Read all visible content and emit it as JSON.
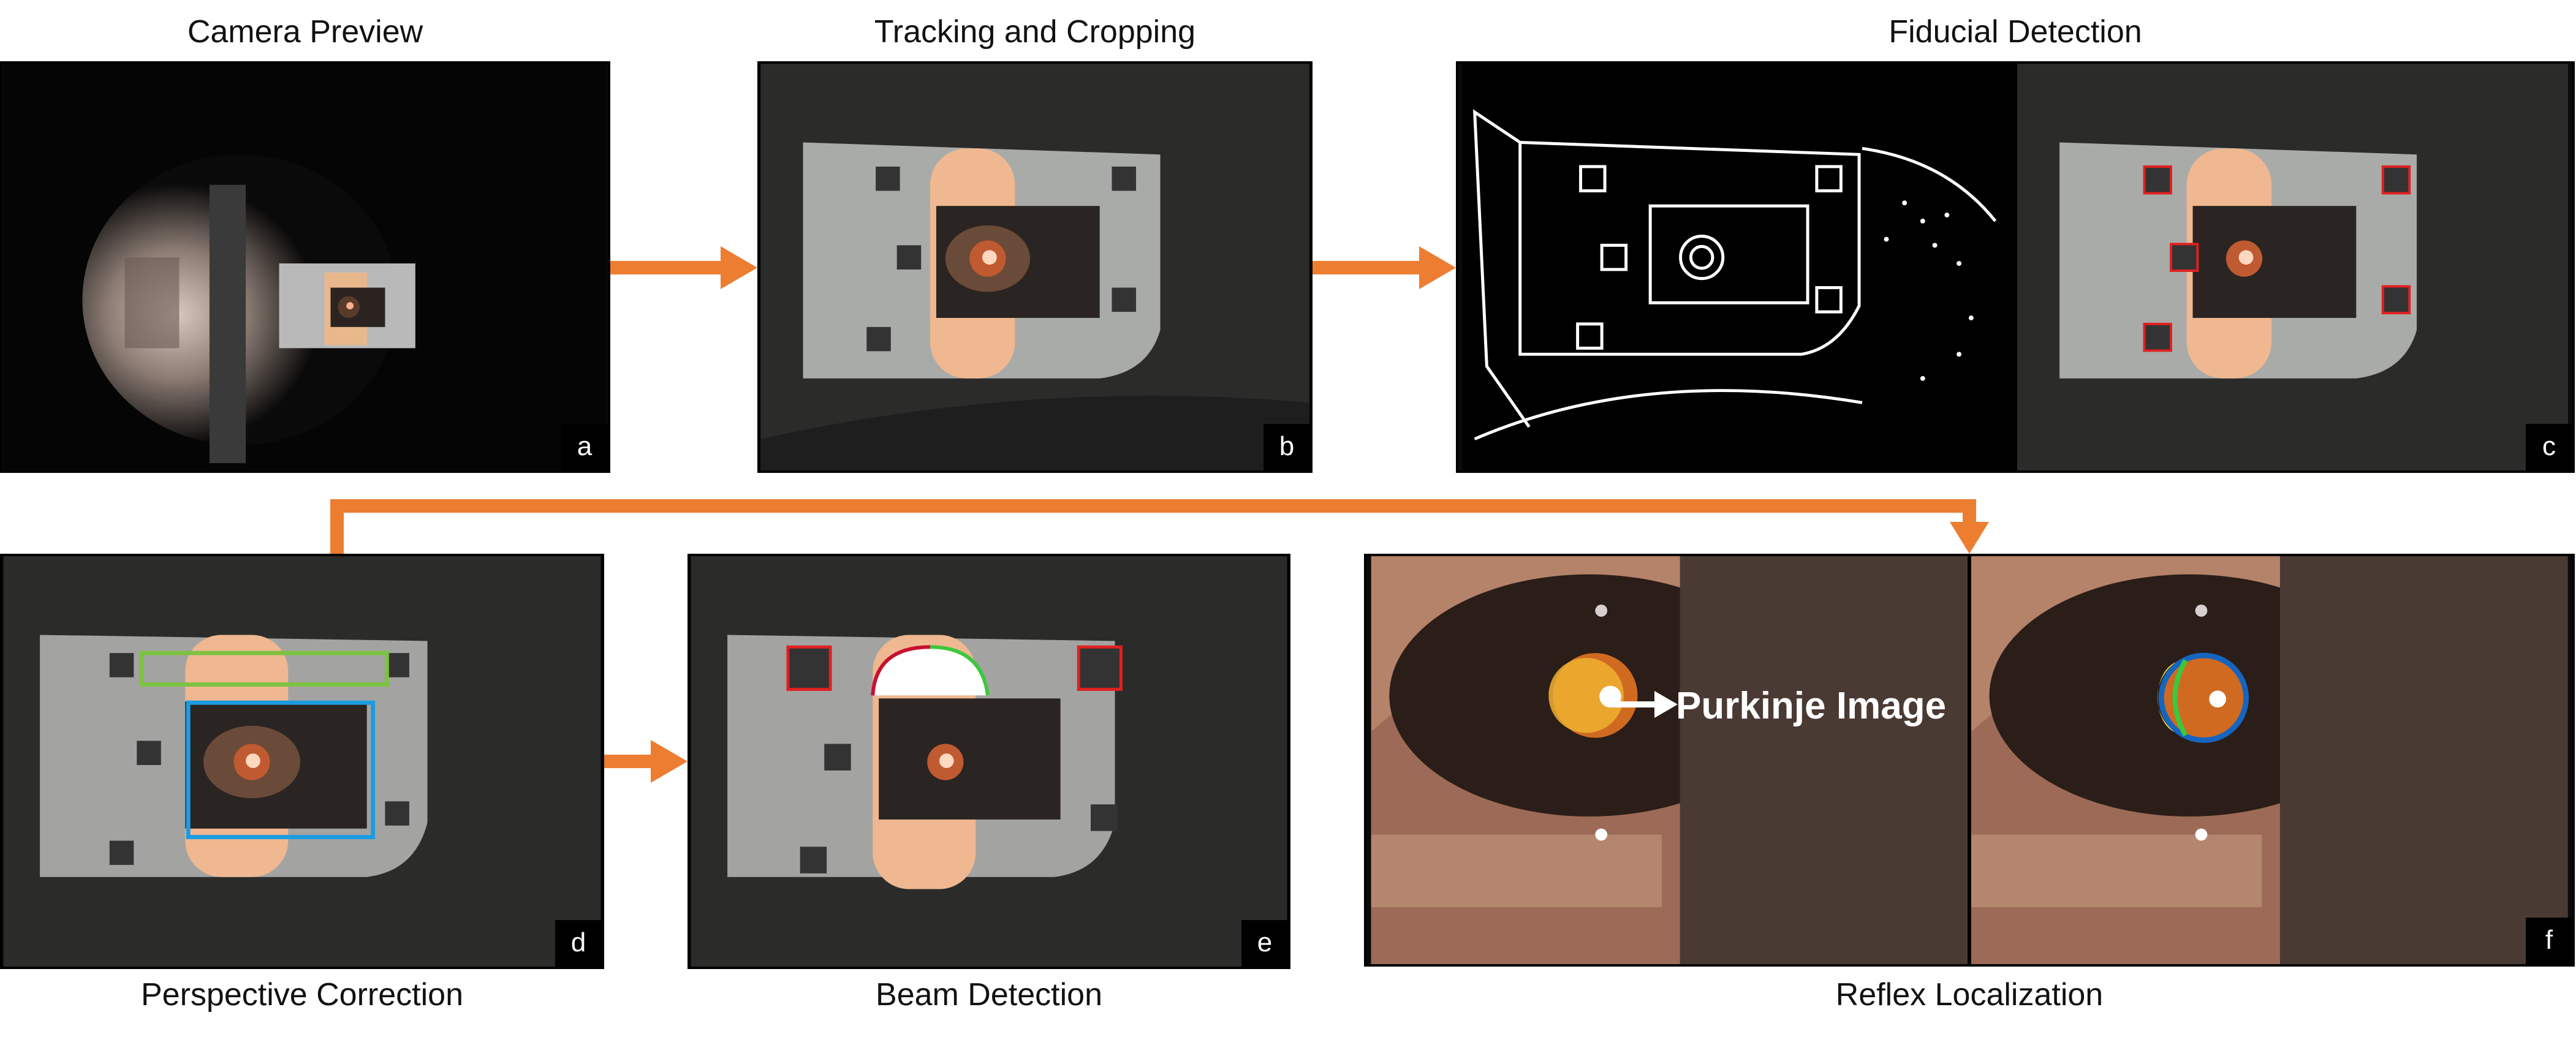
{
  "stages": {
    "camera_preview": "Camera Preview",
    "tracking_cropping": "Tracking and Cropping",
    "fiducial_detection": "Fiducial Detection",
    "perspective_correction": "Perspective Correction",
    "beam_detection": "Beam Detection",
    "reflex_localization": "Reflex Localization"
  },
  "panel_labels": {
    "a": "a",
    "b": "b",
    "c": "c",
    "d": "d",
    "e": "e",
    "f": "f"
  },
  "annotation": {
    "purkinje": "Purkinje Image"
  },
  "colors": {
    "arrow": "#ED7D31",
    "fiducial_box": "#E02020",
    "roi_green": "#7DC242",
    "roi_blue": "#1E9BE0",
    "beam_red": "#C8102E",
    "beam_green": "#3CC83C",
    "circle_blue": "#1565C0"
  }
}
